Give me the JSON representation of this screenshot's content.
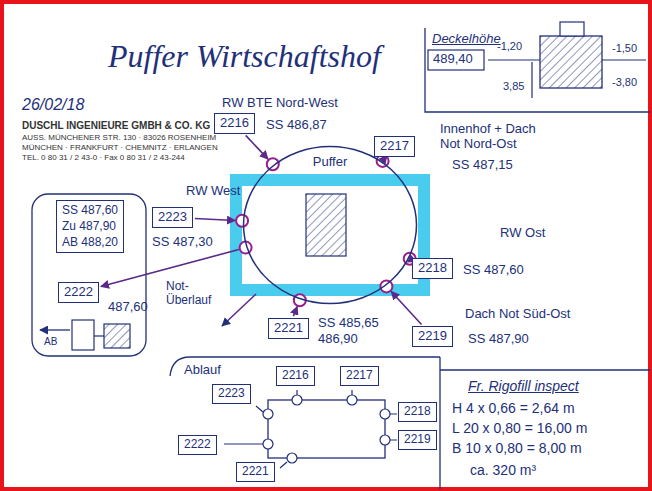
{
  "diagram": {
    "title": "Puffer Wirtschaftshof",
    "nodes": [
      {
        "text": [
          "2216"
        ]
      },
      {
        "text": [
          "2217"
        ]
      },
      {
        "text": [
          "Puffer"
        ]
      },
      {
        "text": [
          "2223"
        ]
      },
      {
        "text": [
          "SS 487,60",
          "Zu 487,90",
          "AB 488,20"
        ]
      },
      {
        "text": [
          "2218"
        ]
      },
      {
        "text": [
          "2222"
        ]
      },
      {
        "text": [
          "2221"
        ]
      },
      {
        "text": [
          "2219"
        ]
      },
      {
        "text": [
          "2216"
        ]
      },
      {
        "text": [
          "2217"
        ]
      },
      {
        "text": [
          "2223"
        ]
      },
      {
        "text": [
          "2218"
        ]
      },
      {
        "text": [
          "2222"
        ]
      },
      {
        "text": [
          "2219"
        ]
      },
      {
        "text": [
          "2221"
        ]
      }
    ],
    "edges": [
      {
        "from": 0,
        "to": 2,
        "arrow": "to"
      },
      {
        "from": 1,
        "to": 2,
        "arrow": "to"
      },
      {
        "from": 3,
        "to": 2,
        "arrow": "to"
      },
      {
        "from": 5,
        "to": 2,
        "arrow": "to"
      },
      {
        "from": 7,
        "to": 2,
        "arrow": "to"
      },
      {
        "from": 8,
        "to": 2,
        "arrow": "to"
      },
      {
        "from": 2,
        "to": 6,
        "arrow": "to"
      }
    ],
    "labels": [
      "26/02/18",
      "DUSCHL INGENIEURE GMBH & CO. KG",
      "AUSS. MÜNCHENER STR. 130 · 83026 ROSENHEIM",
      "MÜNCHEN · FRANKFURT · CHEMNITZ · ERLANGEN",
      "TEL. 0 80 31 / 2 43-0 · Fax 0 80 31 / 2 43-244",
      "Deckelhöhe",
      "489,40",
      "-1,20",
      "-1,50",
      "3,85",
      "-3,80",
      "RW BTE Nord-West",
      "SS 486,87",
      "Innenhof + Dach Not Nord-Ost",
      "SS 487,15",
      "RW West",
      "SS 487,30",
      "487,60",
      "Not-Überlauf",
      "RW Ost",
      "SS 487,60",
      "SS 485,65",
      "486,90",
      "Dach Not Süd-Ost",
      "SS 487,90",
      "AB",
      "Ablauf",
      "Fr. Rigofill inspect",
      "H 4 x 0,66 = 2,64 m",
      "L 20 x 0,80 = 16,00 m",
      "B 10 x 0,80 = 8,00 m",
      "ca. 320 m³"
    ]
  }
}
